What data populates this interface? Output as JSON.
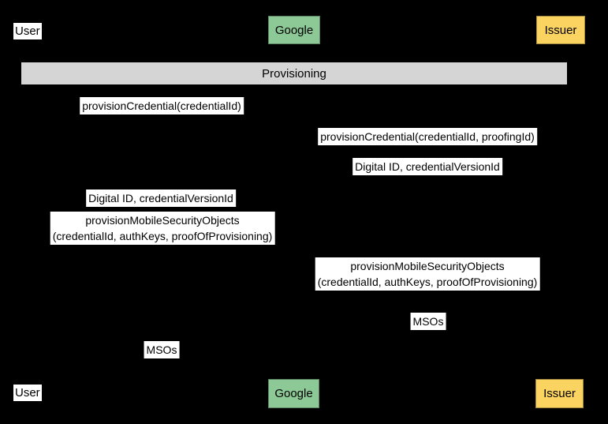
{
  "actors": {
    "user": {
      "label": "User"
    },
    "google": {
      "label": "Google"
    },
    "issuer": {
      "label": "Issuer"
    }
  },
  "frame": {
    "label": "Provisioning"
  },
  "messages": [
    {
      "lines": [
        "provisionCredential(credentialId)"
      ]
    },
    {
      "lines": [
        "provisionCredential(credentialId, proofingId)"
      ]
    },
    {
      "lines": [
        "Digital ID, credentialVersionId"
      ]
    },
    {
      "lines": [
        "Digital ID, credentialVersionId"
      ]
    },
    {
      "lines": [
        "provisionMobileSecurityObjects",
        "(credentialId, authKeys, proofOfProvisioning)"
      ]
    },
    {
      "lines": [
        "provisionMobileSecurityObjects",
        "(credentialId, authKeys, proofOfProvisioning)"
      ]
    },
    {
      "lines": [
        "MSOs"
      ]
    },
    {
      "lines": [
        "MSOs"
      ]
    }
  ],
  "colors": {
    "background": "#000000",
    "message_label_background": "#FFFFFF",
    "frame_background": "#D5D5D5",
    "google_box": "#8CC996",
    "issuer_box": "#FBD360",
    "text": "#000000"
  }
}
